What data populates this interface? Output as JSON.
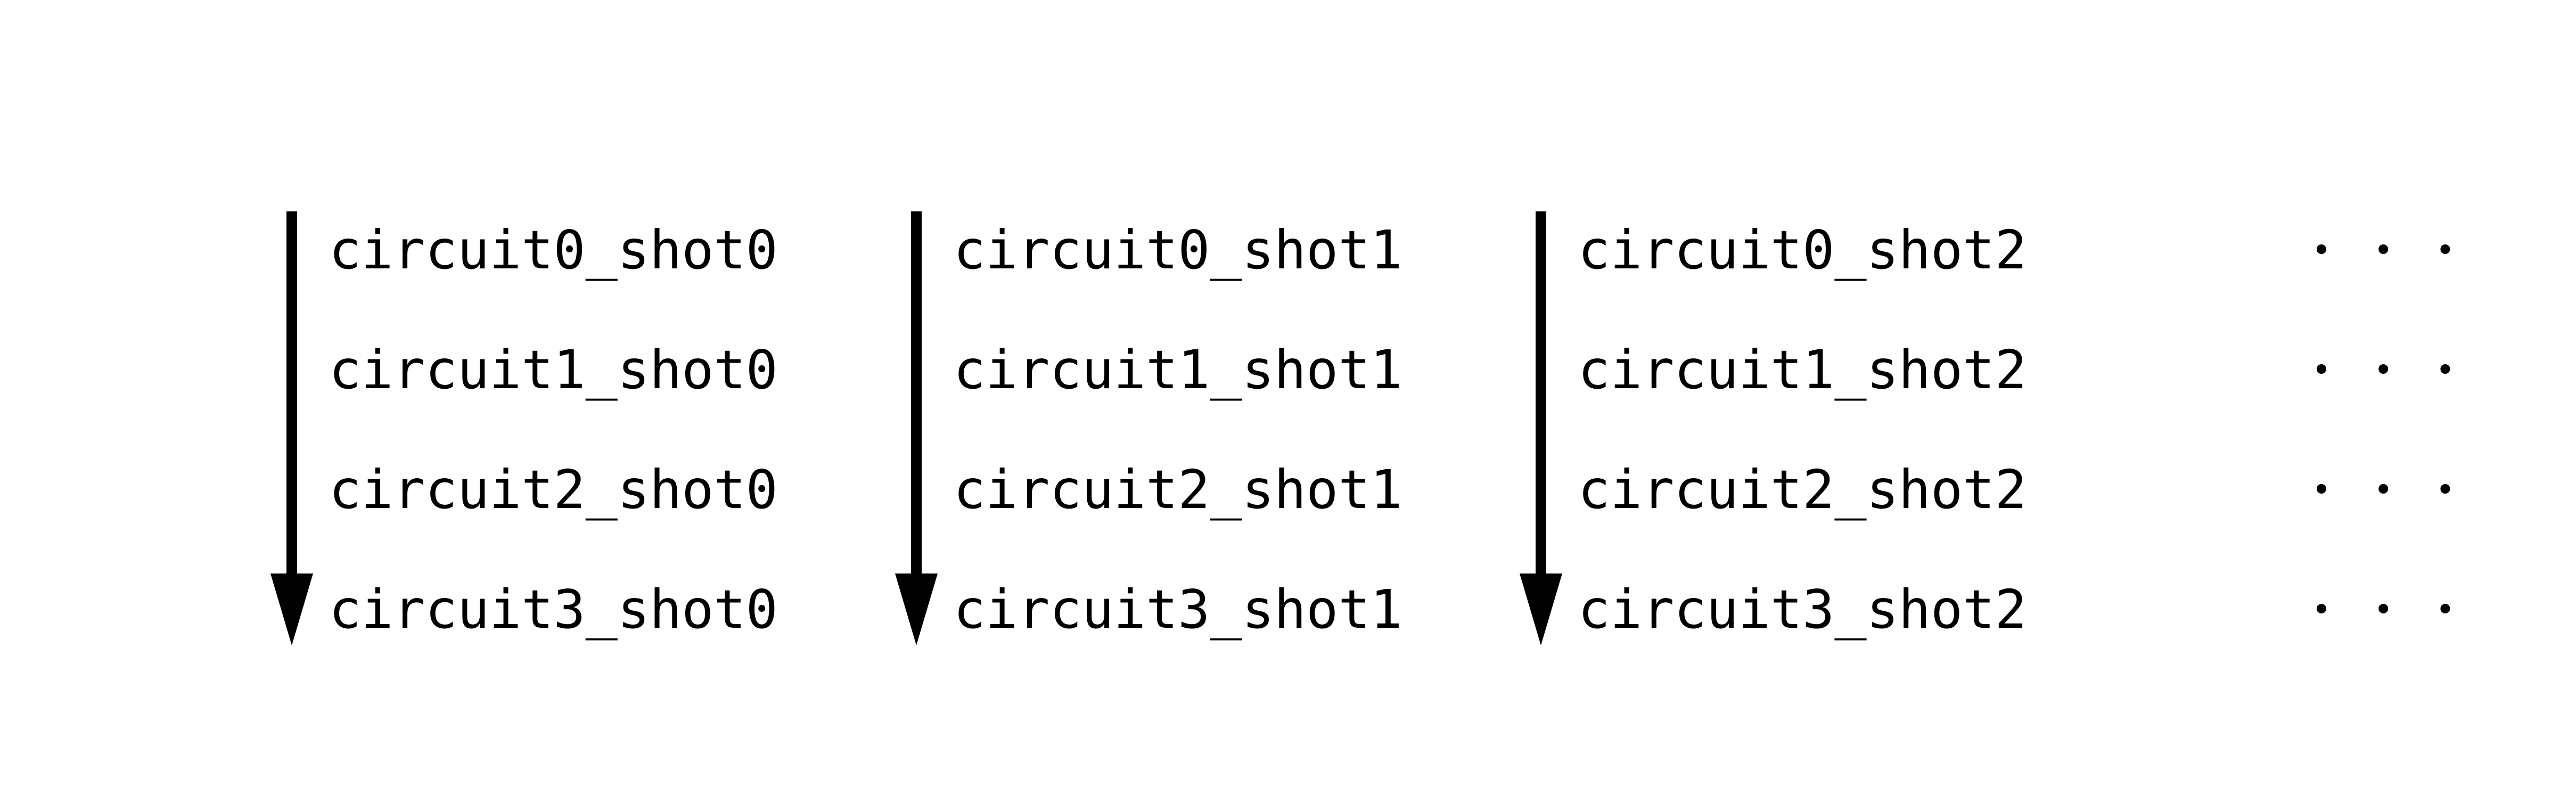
{
  "diagram": {
    "background": "#ffffff",
    "text_color": "#000000",
    "arrow_color": "#000000",
    "columns": [
      {
        "items": [
          "circuit0_shot0",
          "circuit1_shot0",
          "circuit2_shot0",
          "circuit3_shot0"
        ]
      },
      {
        "items": [
          "circuit0_shot1",
          "circuit1_shot1",
          "circuit2_shot1",
          "circuit3_shot1"
        ]
      },
      {
        "items": [
          "circuit0_shot2",
          "circuit1_shot2",
          "circuit2_shot2",
          "circuit3_shot2"
        ]
      }
    ],
    "ellipsis_rows": [
      "• • •",
      "• • •",
      "• • •",
      "• • •"
    ]
  }
}
